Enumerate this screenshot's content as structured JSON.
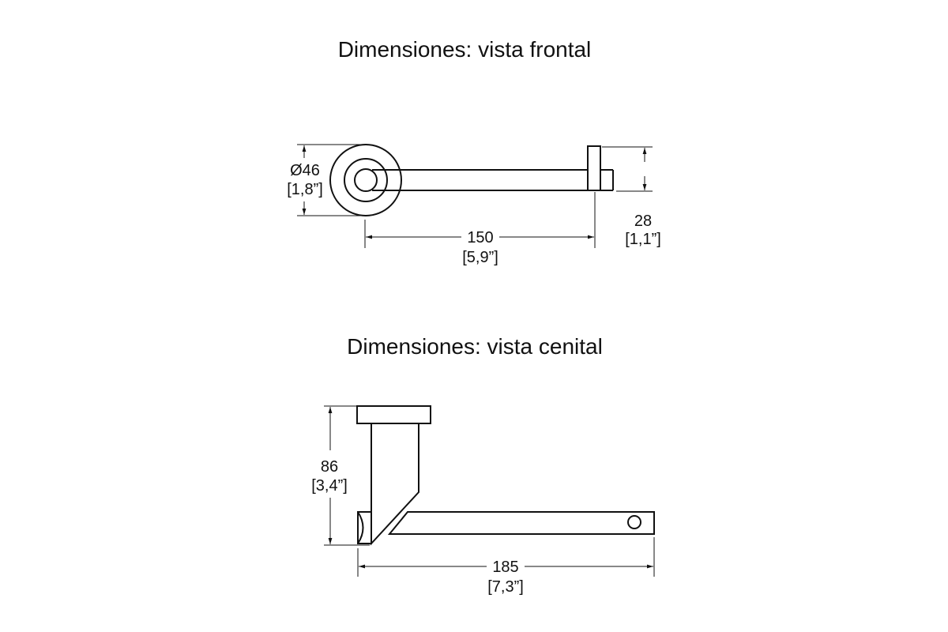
{
  "front_view": {
    "title": "Dimensiones: vista frontal",
    "diameter": {
      "mm": "Ø46",
      "in": "[1,8”]"
    },
    "length": {
      "mm": "150",
      "in": "[5,9”]"
    },
    "height": {
      "mm": "28",
      "in": "[1,1”]"
    }
  },
  "top_view": {
    "title": "Dimensiones: vista cenital",
    "depth": {
      "mm": "86",
      "in": "[3,4”]"
    },
    "length": {
      "mm": "185",
      "in": "[7,3”]"
    }
  }
}
